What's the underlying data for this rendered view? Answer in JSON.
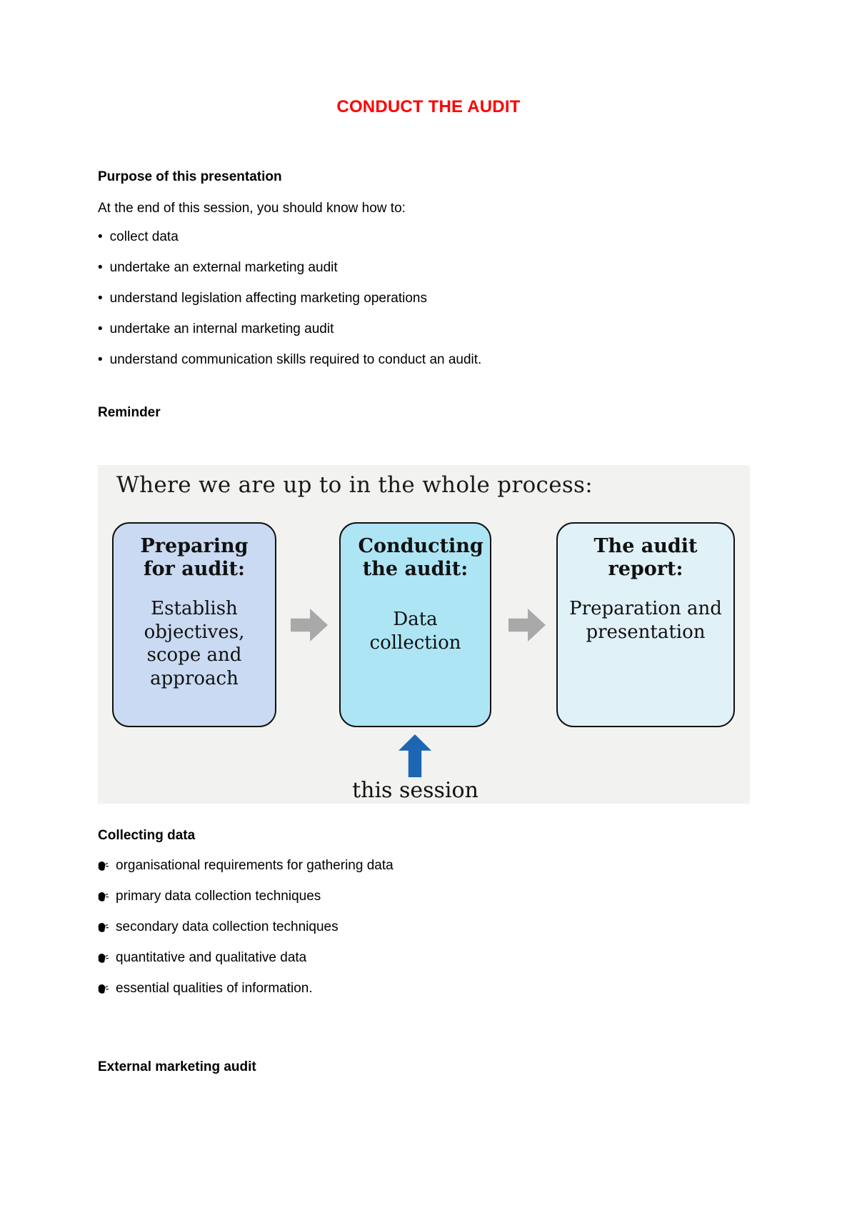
{
  "page": {
    "title": "CONDUCT THE AUDIT",
    "title_color": "#FF0000"
  },
  "purpose": {
    "heading": "Purpose of this presentation",
    "intro": "At the end of this session, you should know how to:",
    "items": [
      "collect data",
      "undertake an external marketing audit",
      "understand legislation affecting marketing operations",
      "undertake an internal marketing audit",
      "understand communication skills required to conduct an audit."
    ]
  },
  "reminder": {
    "heading": "Reminder",
    "diagram": {
      "background": "#F2F2F0",
      "title": "Where we are up to in the whole process:",
      "boxes": [
        {
          "heading": "Preparing for audit:",
          "body": "Establish objectives, scope and approach",
          "fill": "#C9DAF2"
        },
        {
          "heading": "Conducting the audit:",
          "body": "Data collection",
          "fill": "#AEE5F5"
        },
        {
          "heading": "The audit report:",
          "body": "Preparation and presentation",
          "fill": "#E0F1F8"
        }
      ],
      "arrow_gray": "#A9A9A9",
      "arrow_blue": "#1C66B3",
      "caption": "this session"
    }
  },
  "collecting": {
    "heading": "Collecting data",
    "items": [
      "organisational requirements for gathering data",
      "primary data collection techniques",
      "secondary data collection techniques",
      "quantitative and qualitative data",
      "essential qualities of information."
    ]
  },
  "external": {
    "heading": "External marketing audit"
  }
}
